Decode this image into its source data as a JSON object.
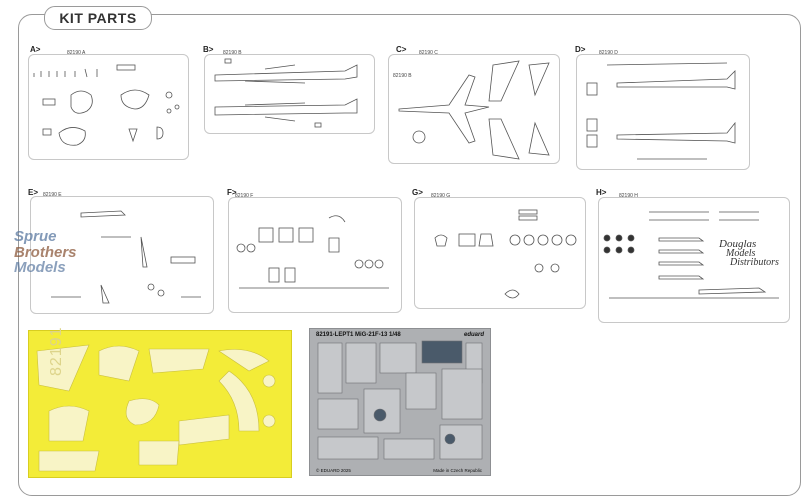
{
  "title": "KIT PARTS",
  "sprues": [
    {
      "label": "A>",
      "code": "82190 A"
    },
    {
      "label": "B>",
      "code": "82190 B"
    },
    {
      "label": "C>",
      "code": "82190 C"
    },
    {
      "label": "D>",
      "code": "82190 D"
    },
    {
      "label": "E>",
      "code": "82190 E"
    },
    {
      "label": "F>",
      "code": "82190 F"
    },
    {
      "label": "G>",
      "code": "82190 G"
    },
    {
      "label": "H>",
      "code": "82190 H"
    }
  ],
  "sprue_c_inner_code": "82190 B",
  "mask_sheet": {
    "code": "82191"
  },
  "pe_sheet": {
    "header": "82191-LEPT1   MiG-21F-13   1/48",
    "brand": "eduard",
    "copyright": "© EDUARD 2025",
    "made_in": "Made in Czech Republic"
  },
  "watermark": {
    "line1": "Sprue",
    "line2": "Brothers",
    "line3": "Models"
  },
  "dealer_logo": {
    "line1": "Douglas",
    "line2": "Models",
    "line3": "Distributors"
  },
  "colors": {
    "mask_yellow": "#f3ec38",
    "pe_grey": "#aeb0b3",
    "frame": "#9a9a9a"
  }
}
